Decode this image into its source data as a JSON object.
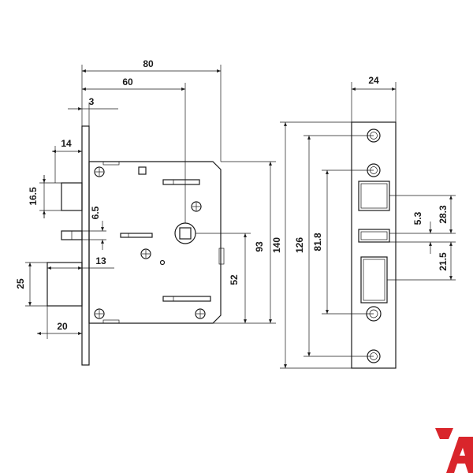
{
  "colors": {
    "line": "#1a1a1a",
    "logo": "#d9252b"
  },
  "dimensions": {
    "width_80": "80",
    "width_60": "60",
    "offset_3": "3",
    "latch_14": "14",
    "latch_16_5": "16.5",
    "offset_6_5": "6.5",
    "bolt_13": "13",
    "bolt_25": "25",
    "bolt_20": "20",
    "center_93": "93",
    "center_52": "52",
    "height_140": "140",
    "height_126": "126",
    "height_81_8": "81.8",
    "plate_24": "24",
    "gap_5_3": "5.3",
    "gap_28_3": "28.3",
    "gap_21_5": "21.5"
  },
  "logo": {
    "name": "brand-logo"
  }
}
